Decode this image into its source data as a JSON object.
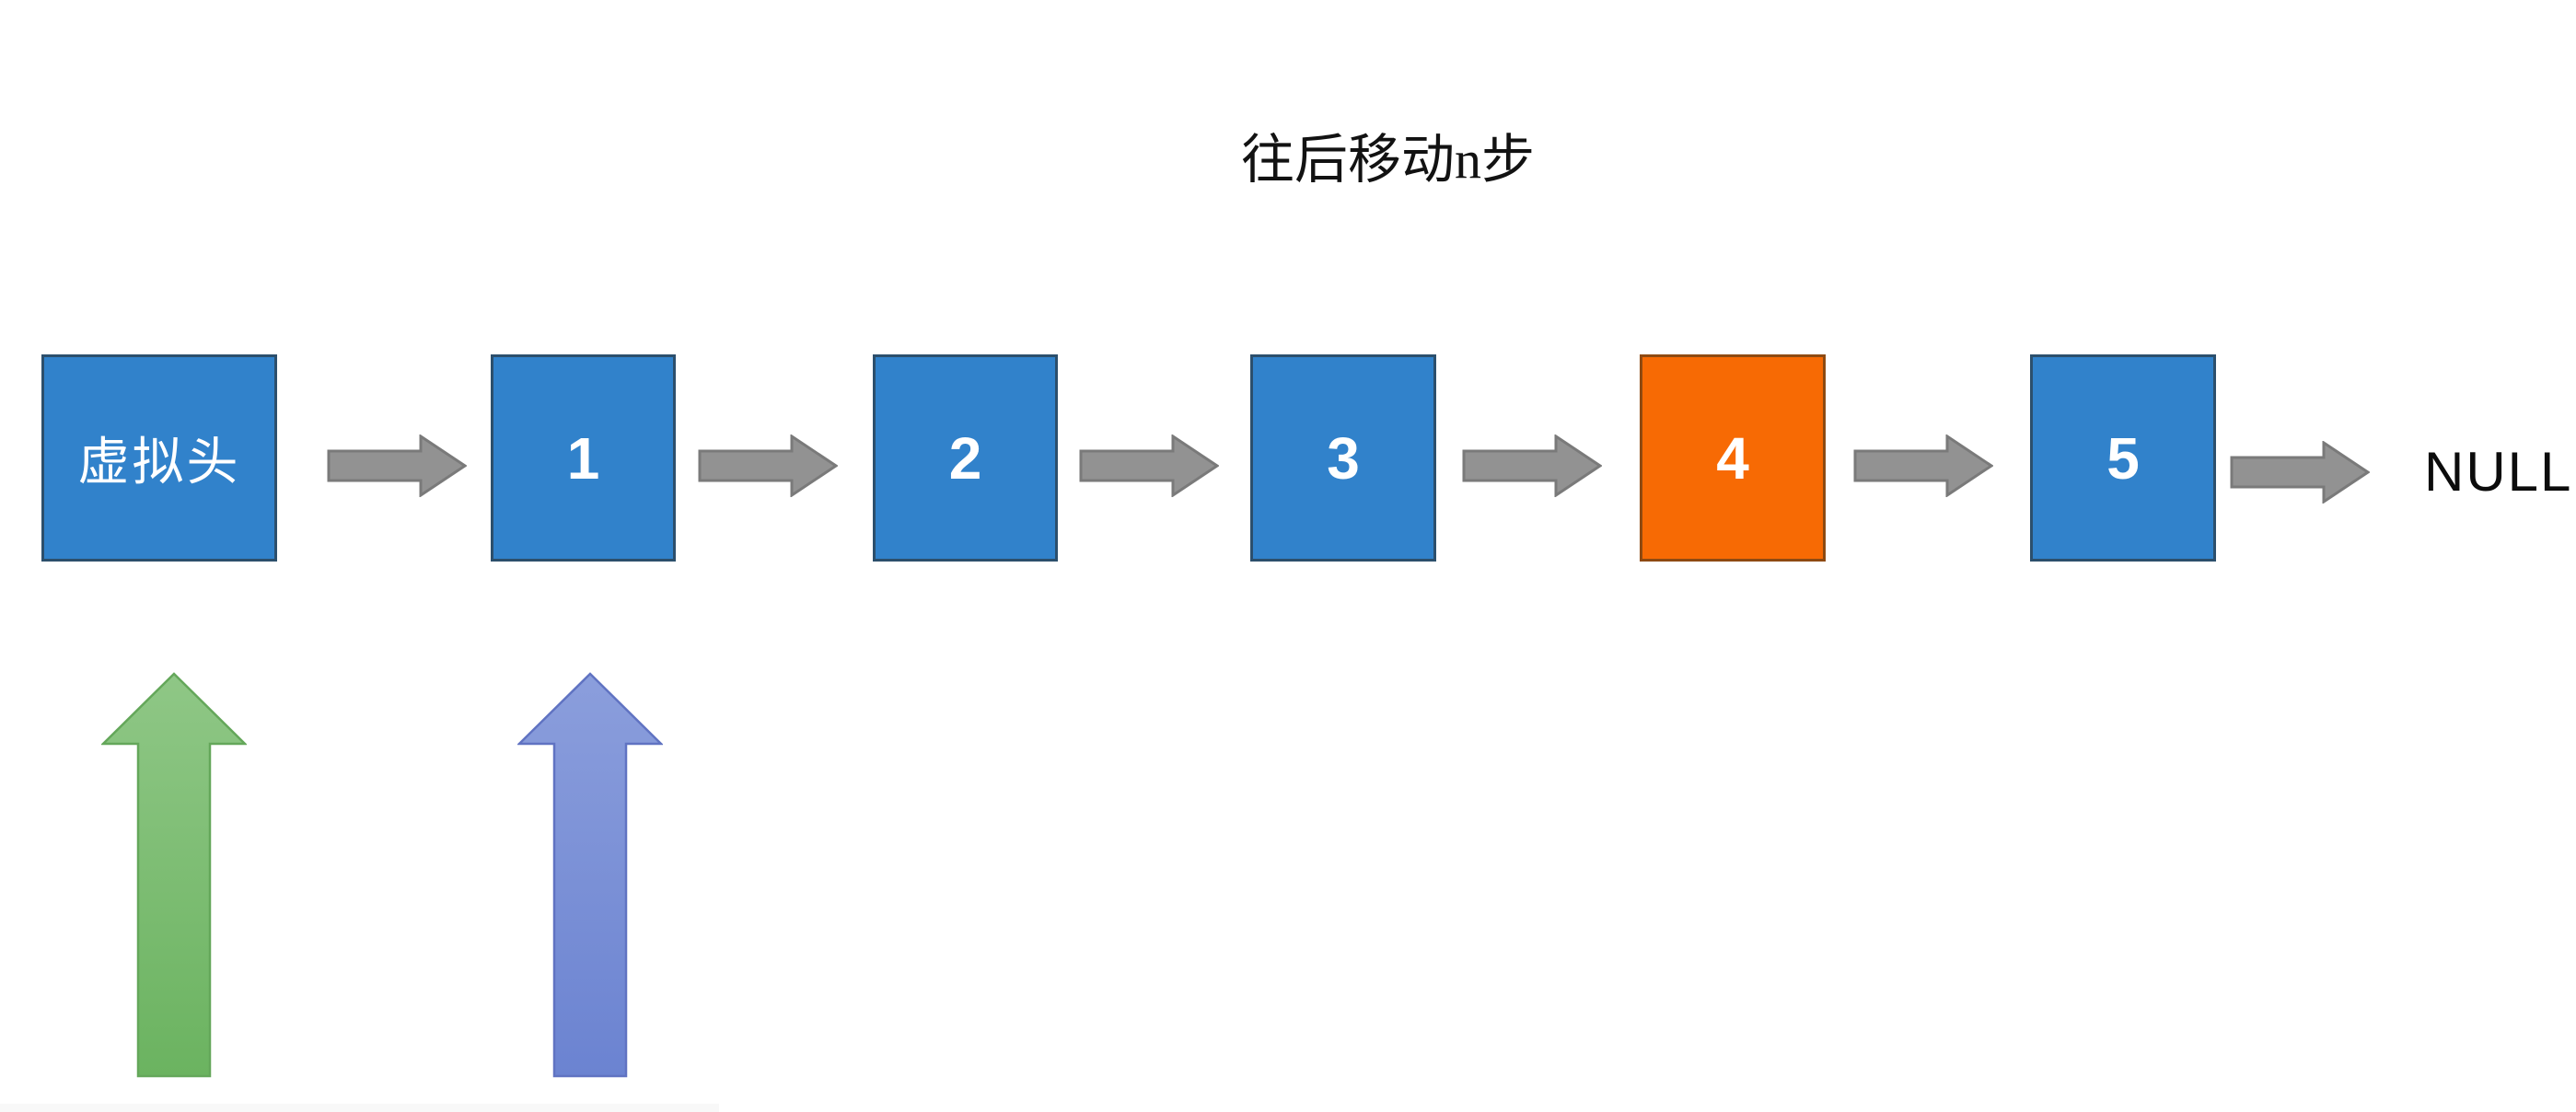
{
  "diagram": {
    "title": "往后移动n步",
    "list": {
      "nodes": [
        {
          "label": "虚拟头",
          "role": "dummy-head",
          "color": "blue"
        },
        {
          "label": "1",
          "color": "blue"
        },
        {
          "label": "2",
          "color": "blue"
        },
        {
          "label": "3",
          "color": "blue"
        },
        {
          "label": "4",
          "color": "orange",
          "highlighted": true
        },
        {
          "label": "5",
          "color": "blue"
        }
      ],
      "terminator": "NULL"
    },
    "pointers": [
      {
        "id": "green-up-arrow",
        "color": "green",
        "points_to_node": "虚拟头"
      },
      {
        "id": "blue-up-arrow",
        "color": "blue",
        "points_to_node": "1"
      }
    ],
    "colors": {
      "node_blue_fill": "#3182CB",
      "node_blue_border": "#2C4F6C",
      "node_orange_fill": "#F76A04",
      "node_orange_border": "#8E4A12",
      "node_text": "#FFFFFF",
      "link_arrow_fill": "#929292",
      "link_arrow_border": "#7A7A7A",
      "green_arrow_top": "#8FC786",
      "green_arrow_bottom": "#6BB360",
      "green_arrow_border": "#64A75A",
      "blue_arrow_top": "#8B9EDC",
      "blue_arrow_bottom": "#6B83D1",
      "blue_arrow_border": "#6073C2",
      "title_text": "#121212",
      "null_text": "#0C0C0C",
      "background": "#FFFFFF"
    }
  }
}
